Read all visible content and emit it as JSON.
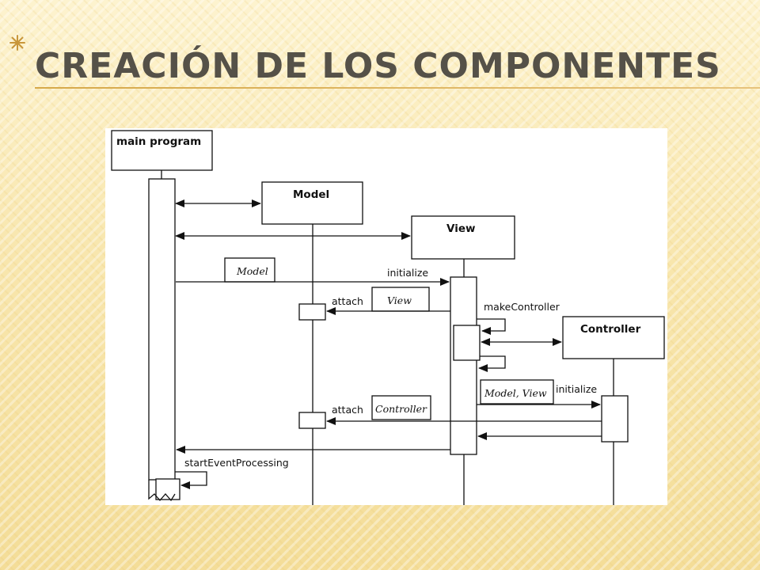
{
  "slide": {
    "title": "Creación de los componentes"
  },
  "diagram": {
    "objects": {
      "main_program": "main program",
      "model": "Model",
      "view": "View",
      "controller": "Controller"
    },
    "messages": {
      "initialize_view": "initialize",
      "attach_view": "attach",
      "make_controller": "makeController",
      "initialize_controller": "initialize",
      "attach_controller": "attach",
      "start_event_processing": "startEventProcessing"
    },
    "parameters": {
      "model": "Model",
      "view": "View",
      "model_view": "Model, View",
      "controller": "Controller"
    }
  },
  "colors": {
    "accent_rule": "#d6a94a",
    "title_text": "#555148",
    "star": "#c8963a"
  }
}
